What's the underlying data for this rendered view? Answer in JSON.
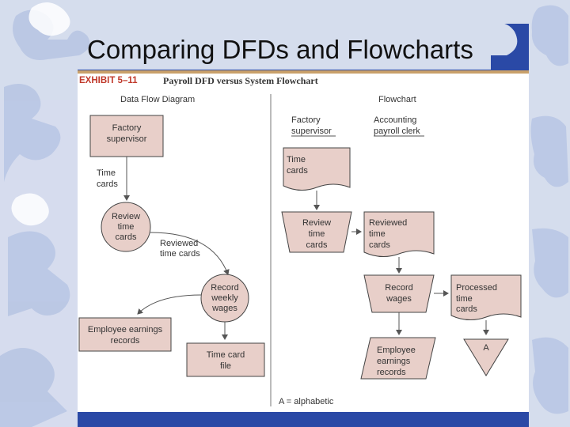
{
  "slide": {
    "title": "Comparing DFDs and Flowcharts"
  },
  "exhibit": {
    "label": "EXHIBIT 5–11",
    "caption": "Payroll DFD versus System Flowchart"
  },
  "dfd": {
    "heading": "Data Flow Diagram",
    "entity_supervisor": [
      "Factory",
      "supervisor"
    ],
    "flow_time_cards": [
      "Time",
      "cards"
    ],
    "process_review": [
      "Review",
      "time",
      "cards"
    ],
    "flow_reviewed": [
      "Reviewed",
      "time cards"
    ],
    "process_record": [
      "Record",
      "weekly",
      "wages"
    ],
    "store_earnings": [
      "Employee earnings",
      "records"
    ],
    "store_timecard": [
      "Time card",
      "file"
    ]
  },
  "flowchart": {
    "heading": "Flowchart",
    "col_supervisor": [
      "Factory",
      "supervisor"
    ],
    "col_clerk": [
      "Accounting",
      "payroll clerk"
    ],
    "doc_time_cards": [
      "Time",
      "cards"
    ],
    "manual_review": [
      "Review",
      "time",
      "cards"
    ],
    "doc_reviewed": [
      "Reviewed",
      "time",
      "cards"
    ],
    "manual_record": [
      "Record",
      "wages"
    ],
    "doc_processed": [
      "Processed",
      "time",
      "cards"
    ],
    "io_earnings": [
      "Employee",
      "earnings",
      "records"
    ],
    "file_marker": "A",
    "legend": "A = alphabetic"
  },
  "colors": {
    "background": "#2a49a6",
    "puzzle": "#3a5fc8",
    "shape_fill": "#e8cfc9",
    "exhibit_red": "#c0392b",
    "rule": "#c9a06a"
  }
}
